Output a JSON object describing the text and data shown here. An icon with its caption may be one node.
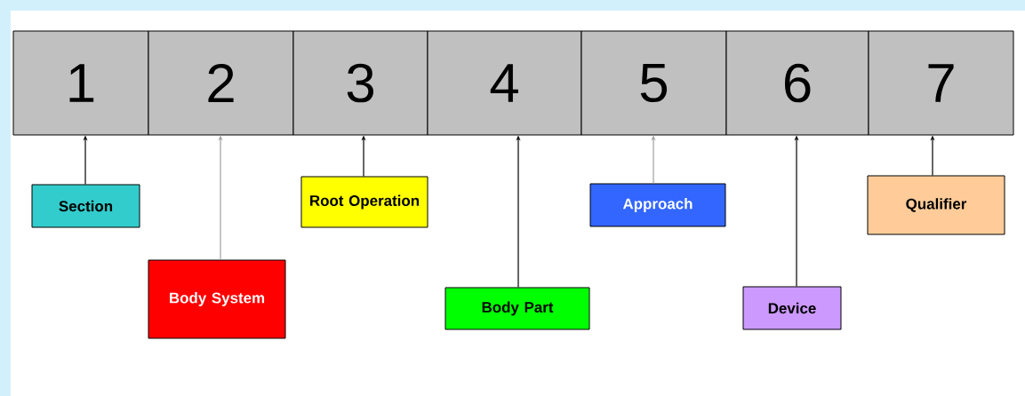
{
  "diagram": {
    "nodes": [
      {
        "text": [
          "1"
        ]
      },
      {
        "text": [
          "2"
        ]
      },
      {
        "text": [
          "3"
        ]
      },
      {
        "text": [
          "4"
        ]
      },
      {
        "text": [
          "5"
        ]
      },
      {
        "text": [
          "6"
        ]
      },
      {
        "text": [
          "7"
        ]
      },
      {
        "text": [
          "Section"
        ]
      },
      {
        "text": [
          "Body System"
        ]
      },
      {
        "text": [
          "Root Operation"
        ]
      },
      {
        "text": [
          "Body Part"
        ]
      },
      {
        "text": [
          "Approach"
        ]
      },
      {
        "text": [
          "Device"
        ]
      },
      {
        "text": [
          "Qualifier"
        ]
      }
    ],
    "edges": [
      {
        "from": 7,
        "to": 0,
        "arrow": "to"
      },
      {
        "from": 8,
        "to": 1,
        "arrow": "to",
        "color": "#a0a0a0"
      },
      {
        "from": 9,
        "to": 2,
        "arrow": "to"
      },
      {
        "from": 10,
        "to": 3,
        "arrow": "to"
      },
      {
        "from": 11,
        "to": 4,
        "arrow": "to",
        "color": "#a0a0a0"
      },
      {
        "from": 12,
        "to": 5,
        "arrow": "to"
      },
      {
        "from": 13,
        "to": 6,
        "arrow": "to"
      }
    ]
  }
}
